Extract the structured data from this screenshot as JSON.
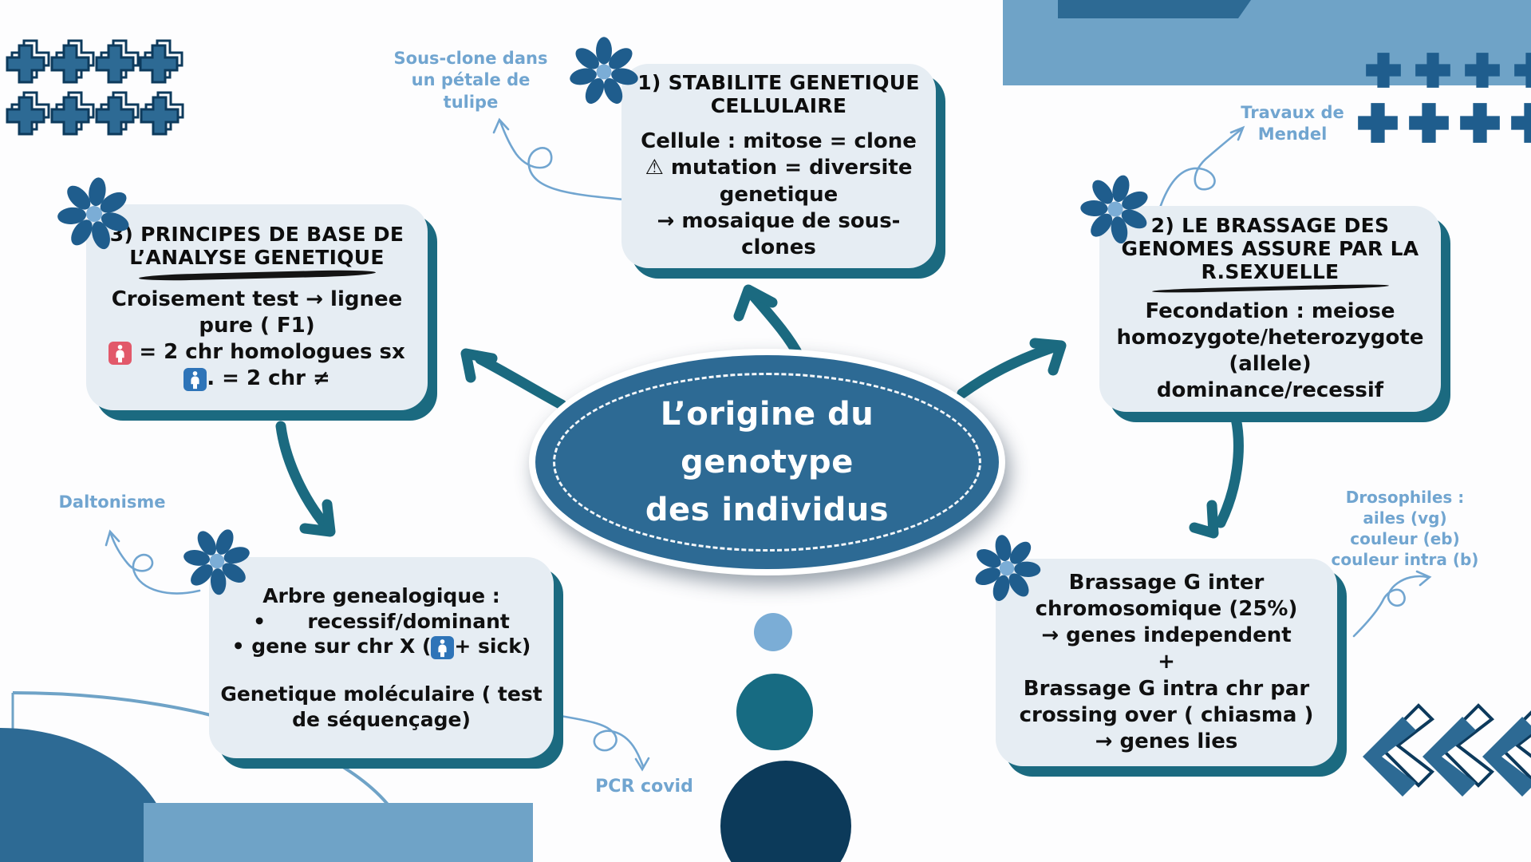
{
  "palette": {
    "teal": "#1b6a80",
    "blue": "#2d6a94",
    "navy": "#0d3a5c",
    "plus": "#1f5d8d",
    "skyband": "#6fa3c7",
    "boxfill": "#e6edf3",
    "label": "#71a5d0",
    "dotlight": "#7badd6",
    "dotteal": "#176b82",
    "dotnavy": "#0c3a5a",
    "femalebg": "#e2596a",
    "malebg": "#2e74b8"
  },
  "center": {
    "title": "L’origine du\ngenotype\ndes individus"
  },
  "boxes": [
    {
      "id": "box1",
      "title": "1) STABILITE GENETIQUE\nCELLULAIRE",
      "lines": [
        "Cellule : mitose = clone",
        "⚠ mutation = diversite",
        "genetique",
        "→ mosaique de sous-clones"
      ]
    },
    {
      "id": "box2",
      "title": "2) LE BRASSAGE DES\nGENOMES ASSURE PAR LA\nR.SEXUELLE",
      "lines": [
        "Fecondation : meiose",
        "homozygote/heterozygote",
        "(allele)",
        "dominance/recessif"
      ]
    },
    {
      "id": "box3",
      "title": "3) PRINCIPES DE BASE DE\nL’ANALYSE GENETIQUE",
      "lines": [
        "Croisement test → lignee",
        "pure ( F1)",
        [
          {
            "i": "female"
          },
          {
            "t": " = 2 chr homologues sx"
          }
        ],
        [
          {
            "i": "male"
          },
          {
            "t": ". = 2 chr ≠"
          }
        ]
      ]
    },
    {
      "id": "arbre",
      "title": "",
      "lines": [
        "Arbre genealogique :",
        "•      recessif/dominant",
        [
          {
            "t": "• gene sur chr X ("
          },
          {
            "i": "male"
          },
          {
            "t": "+ sick)"
          }
        ],
        "",
        "Genetique moléculaire ( test",
        "de séquençage)"
      ]
    },
    {
      "id": "brassage",
      "title": "",
      "lines": [
        "Brassage G inter",
        "chromosomique (25%)",
        "→ genes independent",
        "+",
        "Brassage G intra chr par",
        "crossing over ( chiasma )",
        "→ genes lies"
      ]
    }
  ],
  "side_labels": {
    "sous_clone": "Sous-clone dans\nun pétale de\ntulipe",
    "mendel": "Travaux de\nMendel",
    "daltonisme": "Daltonisme",
    "drosophiles": "Drosophiles :\nailes (vg)\ncouleur (eb)\ncouleur intra (b)",
    "pcr": "PCR covid"
  },
  "icons": {
    "female": "female-person-badge",
    "male": "male-person-badge",
    "warning_glyph": "⚠",
    "arrow_glyph": "→",
    "flower": "pinwheel-flower"
  }
}
